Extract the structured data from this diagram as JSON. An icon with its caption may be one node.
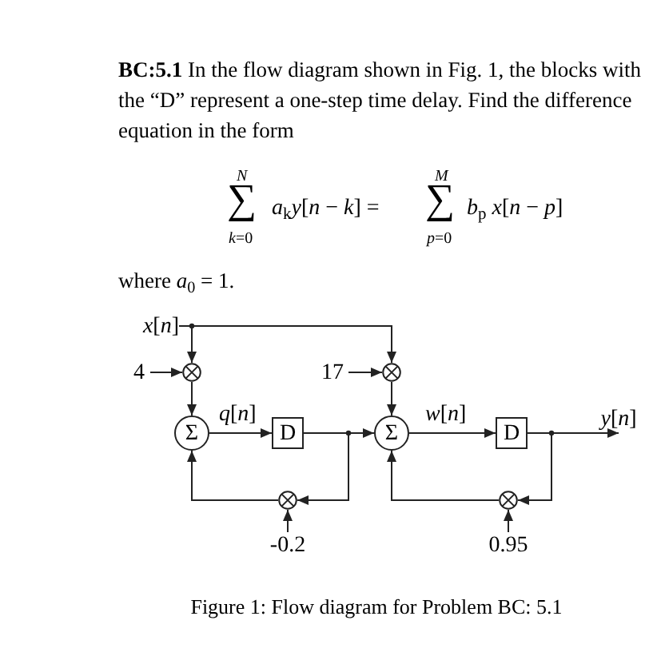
{
  "diagram": {
    "caption": "Figure 1: Flow diagram for Problem BC: 5.1",
    "nodes": [
      {
        "text": [
          "*x*[*n*]"
        ]
      },
      {
        "text": [],
        "shape": "circle"
      },
      {
        "text": [
          "4"
        ]
      },
      {
        "text": [
          "Σ"
        ]
      },
      {
        "text": [
          "D"
        ]
      },
      {
        "text": [],
        "shape": "circle"
      },
      {
        "text": [
          "-0.2"
        ]
      },
      {
        "text": [
          "17"
        ]
      },
      {
        "text": [],
        "shape": "circle"
      },
      {
        "text": [
          "Σ"
        ]
      },
      {
        "text": [
          "D"
        ]
      },
      {
        "text": [],
        "shape": "circle"
      },
      {
        "text": [
          "0.95"
        ]
      },
      {
        "text": [
          "*y*[*n*]"
        ]
      }
    ],
    "edges": [
      {
        "from": 0,
        "to": 1,
        "arrow": "to"
      },
      {
        "from": 0,
        "to": 8,
        "arrow": "to"
      },
      {
        "from": 2,
        "to": 1,
        "arrow": "to"
      },
      {
        "from": 1,
        "to": 3,
        "arrow": "to"
      },
      {
        "from": 3,
        "to": 4,
        "arrow": "to",
        "label": "*q*[*n*]"
      },
      {
        "from": 4,
        "to": 9,
        "arrow": "to"
      },
      {
        "from": 4,
        "to": 5,
        "arrow": "to"
      },
      {
        "from": 6,
        "to": 5,
        "arrow": "to"
      },
      {
        "from": 5,
        "to": 3,
        "arrow": "to"
      },
      {
        "from": 7,
        "to": 8,
        "arrow": "to"
      },
      {
        "from": 8,
        "to": 9,
        "arrow": "to"
      },
      {
        "from": 9,
        "to": 10,
        "arrow": "to",
        "label": "*w*[*n*]"
      },
      {
        "from": 10,
        "to": 13,
        "arrow": "to"
      },
      {
        "from": 10,
        "to": 11,
        "arrow": "to"
      },
      {
        "from": 12,
        "to": 11,
        "arrow": "to"
      },
      {
        "from": 11,
        "to": 9,
        "arrow": "to"
      }
    ],
    "labels": [
      "**BC:5.1** In the flow diagram shown in Fig. 1, the blocks with the “D” represent a one-step time delay. Find the difference equation in the form",
      "*N*",
      "∑",
      "*k*=0",
      "*a*$_{k}$*y*[*n* − *k*] =",
      "*M*",
      "∑",
      "*p*=0",
      "*b*$_{p}$ *x*[*n* − *p*]",
      "where *a*$_{0}$ = 1."
    ]
  }
}
